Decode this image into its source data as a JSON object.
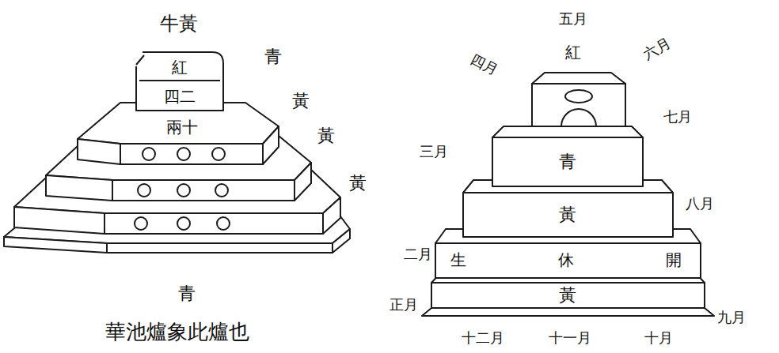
{
  "diagram": {
    "caption": "華池爐象此爐也",
    "nodes": [
      {
        "text": [
          "紅",
          "四二"
        ]
      },
      {
        "text": [
          "兩十"
        ]
      },
      {
        "text": [
          "青"
        ]
      },
      {
        "text": [
          "黃"
        ]
      },
      {
        "text": [
          "生",
          "休",
          "開"
        ]
      },
      {
        "text": [
          "黃"
        ]
      }
    ],
    "labels": [
      "牛黃",
      "青",
      "黃",
      "黃",
      "黃",
      "青",
      "五月",
      "紅",
      "四月",
      "六月",
      "七月",
      "三月",
      "八月",
      "二月",
      "正月",
      "九月",
      "十二月",
      "十一月",
      "十月"
    ]
  }
}
